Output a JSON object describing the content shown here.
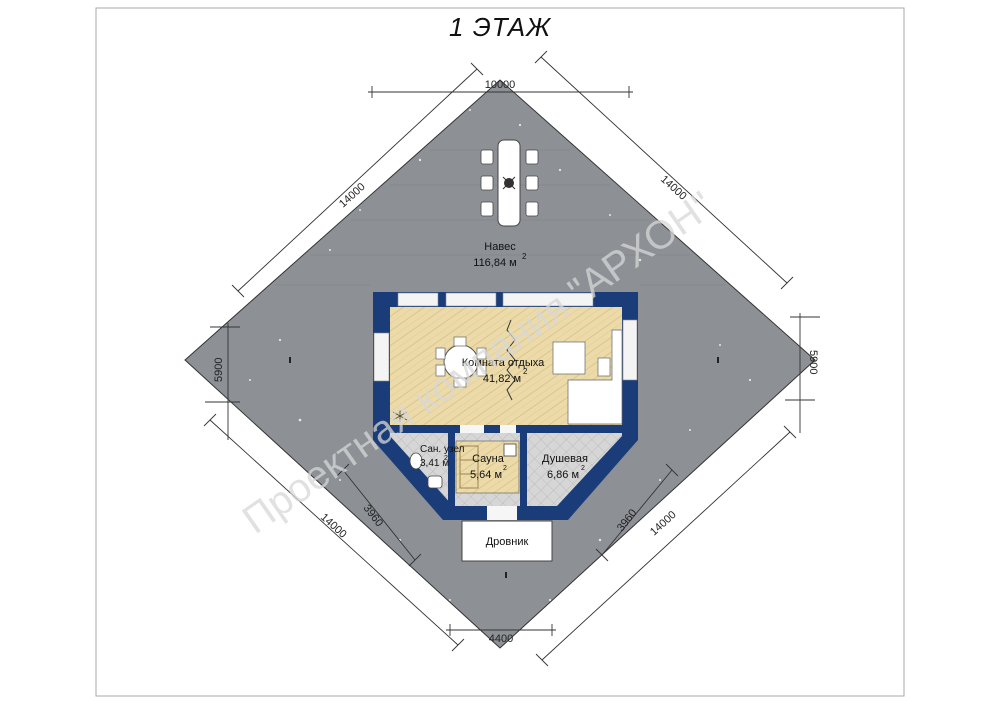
{
  "title": "1 ЭТАЖ",
  "dimensions": {
    "top": "10000",
    "upper_left_side": "14000",
    "upper_right_side": "14000",
    "left_height": "5900",
    "right_height": "5900",
    "lower_left_outer": "14000",
    "lower_right_outer": "14000",
    "lower_left_inner": "3960",
    "lower_right_inner": "3960",
    "bottom": "4400"
  },
  "rooms": {
    "canopy": {
      "name": "Навес",
      "area": "116,84 м",
      "sup": "2"
    },
    "lounge": {
      "name": "Комната отдыха",
      "area": "41,82 м",
      "sup": "2"
    },
    "wc": {
      "name": "Сан. узел",
      "area": "3,41 м",
      "sup": "2"
    },
    "sauna": {
      "name": "Сауна",
      "area": "5,64 м",
      "sup": "2"
    },
    "shower": {
      "name": "Душевая",
      "area": "6,86 м",
      "sup": "2"
    },
    "woodshed": {
      "name": "Дровник"
    }
  },
  "watermark": "Проектная компания \"АРХОН\"",
  "colors": {
    "canopy_floor": "#8d9196",
    "wall": "#1a3d7a",
    "wood_floor": "#ecdba9",
    "tile_floor": "#cfcfcf",
    "outline": "#222222"
  }
}
